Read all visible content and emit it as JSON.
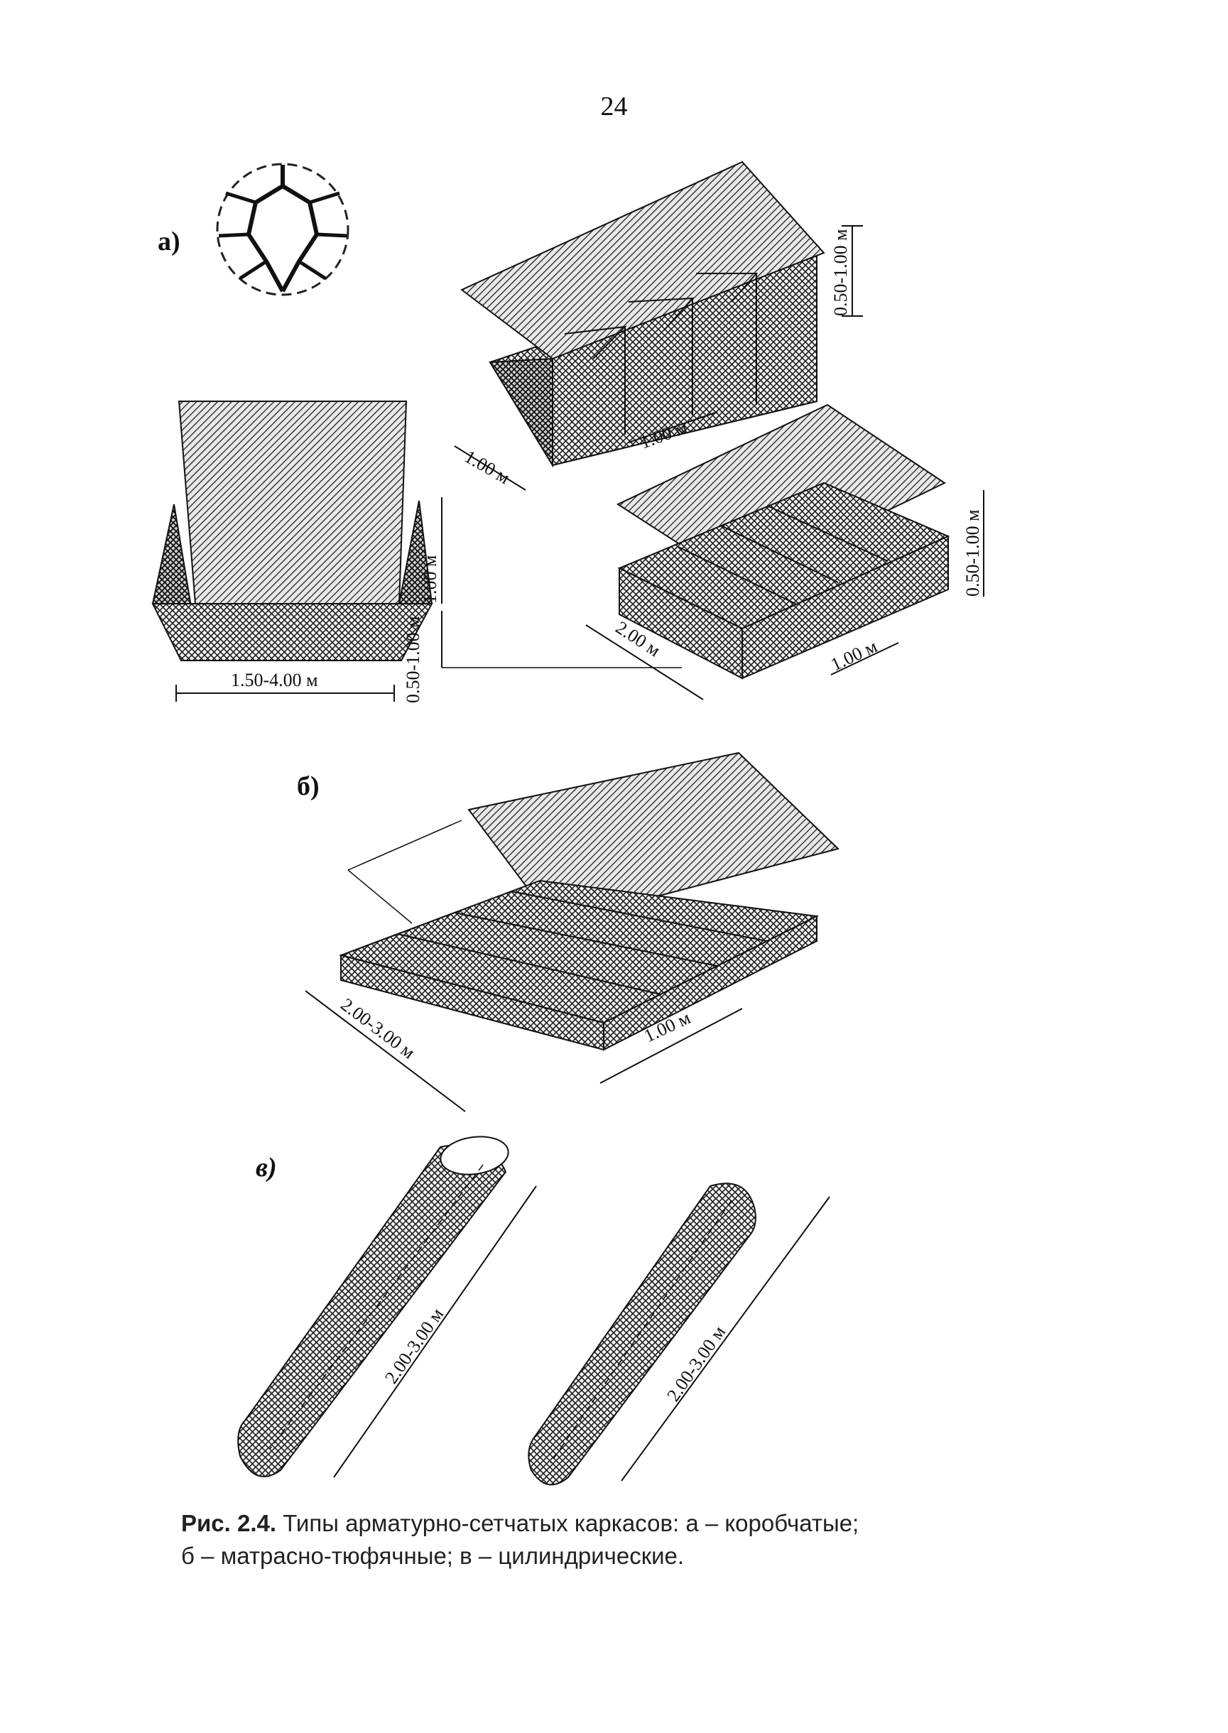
{
  "page_number": "24",
  "panel_labels": {
    "a": "а)",
    "b": "б)",
    "c": "в)"
  },
  "dimensions": {
    "box_height": "0.50-1.00 м",
    "box_depth": "1.00 м",
    "box_cell": "1.00 м",
    "open_box_width": "1.50-4.00 м",
    "open_box_height_top": "1.00 м",
    "open_box_height_bottom": "0.50-1.00 м",
    "block_height": "0.50-1.00 м",
    "block_length": "2.00 м",
    "block_depth": "1.00 м",
    "mattress_length": "2.00-3.00 м",
    "mattress_width": "1.00 м",
    "cylinder_left_length": "2.00-3.00 м",
    "cylinder_right_length": "2.00-3.00 м"
  },
  "caption": {
    "prefix": "Рис. 2.4.",
    "line1": " Типы арматурно-сетчатых каркасов: а – коробчатые;",
    "line2": "б – матрасно-тюфячные; в – цилиндрические."
  }
}
